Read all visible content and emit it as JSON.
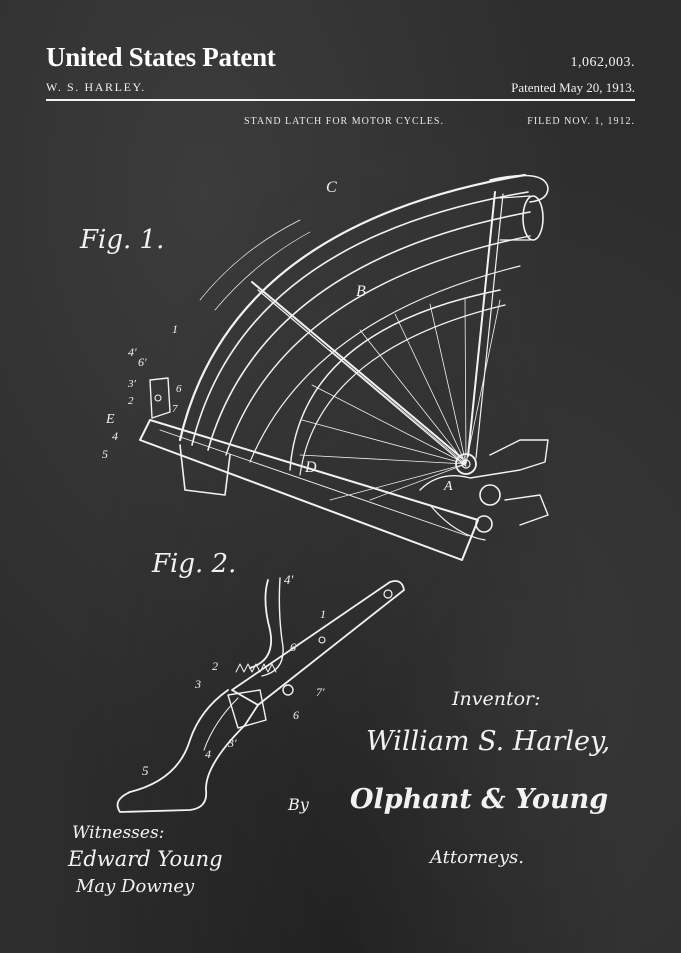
{
  "header": {
    "title": "United States Patent",
    "number": "1,062,003.",
    "inventor": "W. S. HARLEY.",
    "patented": "Patented May 20, 1913.",
    "invention": "STAND LATCH FOR MOTOR CYCLES.",
    "filed": "FILED NOV. 1, 1912."
  },
  "figures": {
    "fig1_caption": "Fig. 1.",
    "fig2_caption": "Fig. 2."
  },
  "fig1_labels": {
    "C": "C",
    "B": "B",
    "D": "D",
    "A": "A",
    "E": "E",
    "n1": "1",
    "n4p": "4'",
    "n6p": "6'",
    "n3p": "3'",
    "n2": "2",
    "n6": "6",
    "n7": "7",
    "n4": "4",
    "n5": "5"
  },
  "fig2_labels": {
    "n4p": "4'",
    "n1": "1",
    "n6p": "6'",
    "n2": "2",
    "n3": "3",
    "n7p": "7'",
    "n6": "6",
    "n3p": "3'",
    "n4": "4",
    "n5": "5"
  },
  "signatures": {
    "inventor_heading": "Inventor:",
    "inventor_name": "William S. Harley,",
    "by": "By",
    "attorney_name": "Olphant & Young",
    "attorneys_heading": "Attorneys.",
    "witnesses_heading": "Witnesses:",
    "witness_1": "Edward Young",
    "witness_2": "May Downey"
  },
  "colors": {
    "chalkboard": "#2d2d2d",
    "chalk": "#f2f2f2"
  }
}
